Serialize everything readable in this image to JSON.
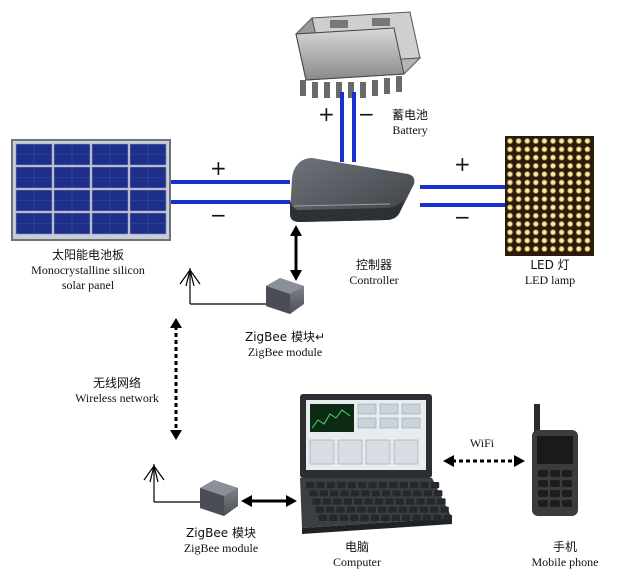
{
  "battery": {
    "label_cn": "蓄电池",
    "label_en": "Battery",
    "plus": "+",
    "minus": "−"
  },
  "solar": {
    "label_cn": "太阳能电池板",
    "label_en_1": "Monocrystalline silicon",
    "label_en_2": "solar panel",
    "plus": "+",
    "minus": "−"
  },
  "led": {
    "label_cn": "LED 灯",
    "label_en": "LED lamp",
    "plus": "+",
    "minus": "−"
  },
  "controller": {
    "label_cn": "控制器",
    "label_en": "Controller"
  },
  "zigbee_top": {
    "label_cn": "ZigBee 模块↵",
    "label_en": "ZigBee module"
  },
  "wireless": {
    "label_cn": "无线网络",
    "label_en": "Wireless network"
  },
  "zigbee_bottom": {
    "label_cn": "ZigBee 模块",
    "label_en": "ZigBee module"
  },
  "computer": {
    "label_cn": "电脑",
    "label_en": "Computer"
  },
  "wifi": {
    "label": "WiFi"
  },
  "phone": {
    "label_cn": "手机",
    "label_en": "Mobile phone"
  },
  "colors": {
    "wire": "#1a2fd0",
    "panel_cell": "#1e2f8a",
    "led_glow": "#f4e6b0",
    "device": "#555a60"
  }
}
